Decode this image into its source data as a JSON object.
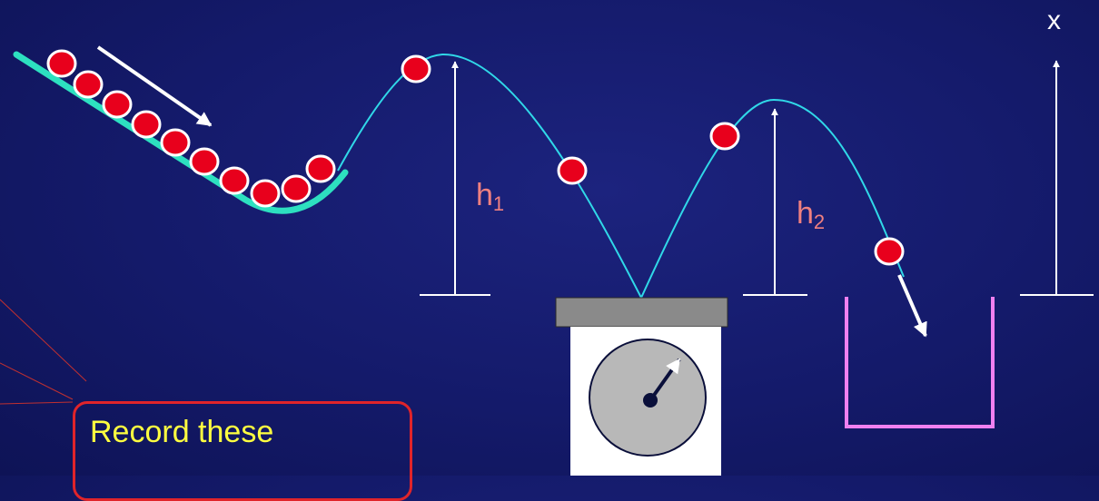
{
  "labels": {
    "h1_base": "h",
    "h1_sub": "1",
    "h2_base": "h",
    "h2_sub": "2",
    "x": "x"
  },
  "callout": {
    "text": "Record these"
  },
  "colors": {
    "background": "#151b6c",
    "ramp": "#2de0c0",
    "trajectory": "#30d8e8",
    "ball": "#e8001c",
    "arrow": "#ffffff",
    "height_label": "#f08080",
    "bin": "#f080f0",
    "scale_top": "#8a8a8a",
    "scale_body": "#ffffff",
    "dial_face": "#b8b8b8",
    "dial_needle": "#0a0f3a",
    "callout_border": "#e0242a",
    "callout_text": "#ffff40"
  },
  "icons": {
    "ball": "red-ball",
    "scale": "weighing-scale",
    "bin": "collection-bin"
  }
}
